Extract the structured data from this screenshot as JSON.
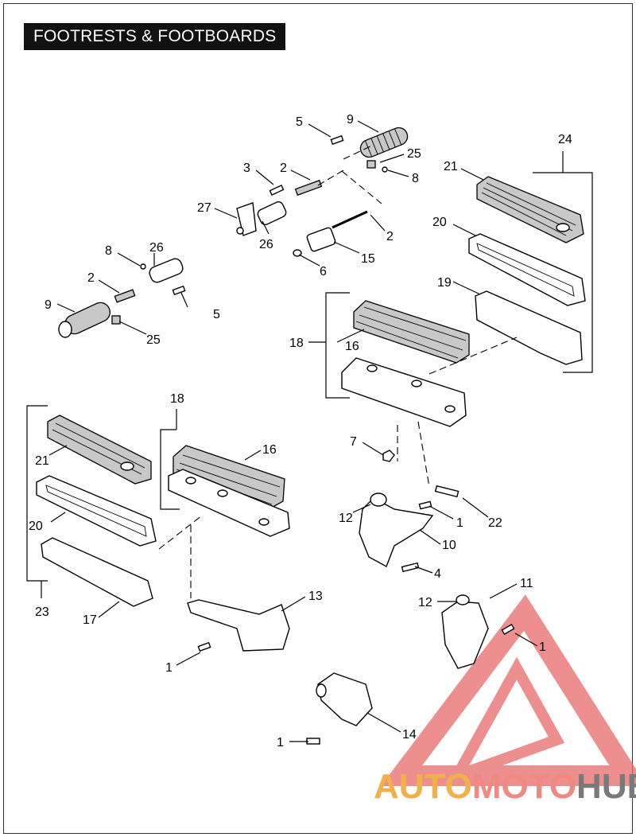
{
  "title": "FOOTRESTS & FOOTBOARDS",
  "watermark": {
    "part1": "AUTO",
    "part2": "MOTO",
    "part3": "HUB",
    "color1": "#f2b04a",
    "color2": "#ee8a80",
    "color3": "#7a7a7a"
  },
  "callouts": {
    "c5a": "5",
    "c9a": "9",
    "c25a": "25",
    "c8a": "8",
    "c24": "24",
    "c3": "3",
    "c2a": "2",
    "c21a": "21",
    "c27": "27",
    "c26a": "26",
    "c2b": "2",
    "c15": "15",
    "c20a": "20",
    "c6": "6",
    "c8b": "8",
    "c26b": "26",
    "c2c": "2",
    "c19": "19",
    "c9b": "9",
    "c5b": "5",
    "c25b": "25",
    "c18a": "18",
    "c16a": "16",
    "c18b": "18",
    "c16b": "16",
    "c21b": "21",
    "c7": "7",
    "c20b": "20",
    "c12a": "12",
    "c1a": "1",
    "c22": "22",
    "c10": "10",
    "c4": "4",
    "c23": "23",
    "c17": "17",
    "c13": "13",
    "c11": "11",
    "c12b": "12",
    "c1b": "1",
    "c1c": "1",
    "c14": "14",
    "c1d": "1"
  }
}
